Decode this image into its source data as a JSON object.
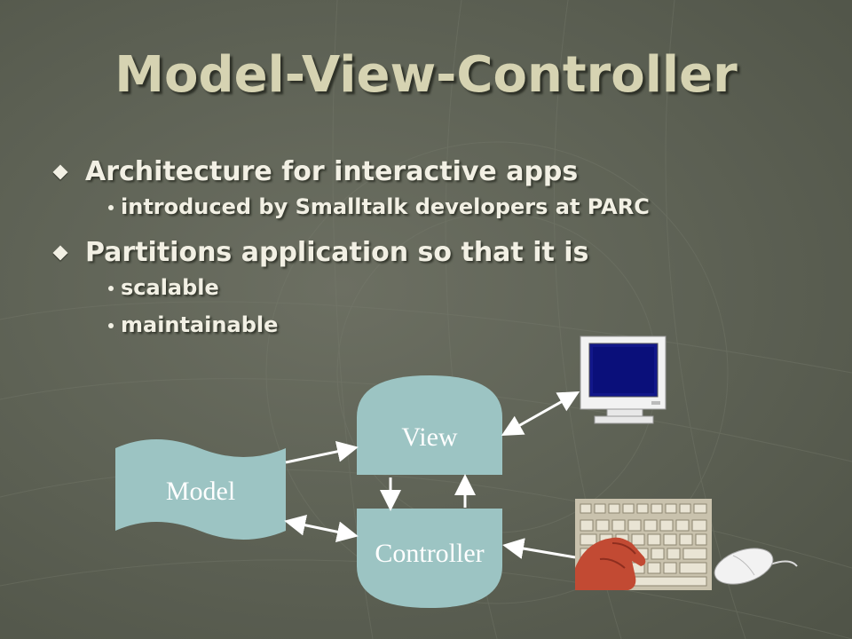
{
  "slide": {
    "title": "Model-View-Controller",
    "bullets": [
      {
        "text": "Architecture for interactive apps",
        "sub": [
          "introduced by Smalltalk developers at PARC"
        ]
      },
      {
        "text": "Partitions application so that it is",
        "sub": [
          "scalable",
          "maintainable"
        ]
      }
    ]
  },
  "diagram": {
    "model_label": "Model",
    "view_label": "View",
    "controller_label": "Controller",
    "box_color": "#9cc4c3",
    "arrow_color": "#ffffff"
  },
  "colors": {
    "title": "#d6d3b2",
    "bullet_text": "#f2f0e4",
    "background": "#5f6356"
  },
  "icons": [
    "diamond-bullet-icon",
    "monitor-icon",
    "keyboard-hand-icon",
    "mouse-icon"
  ]
}
